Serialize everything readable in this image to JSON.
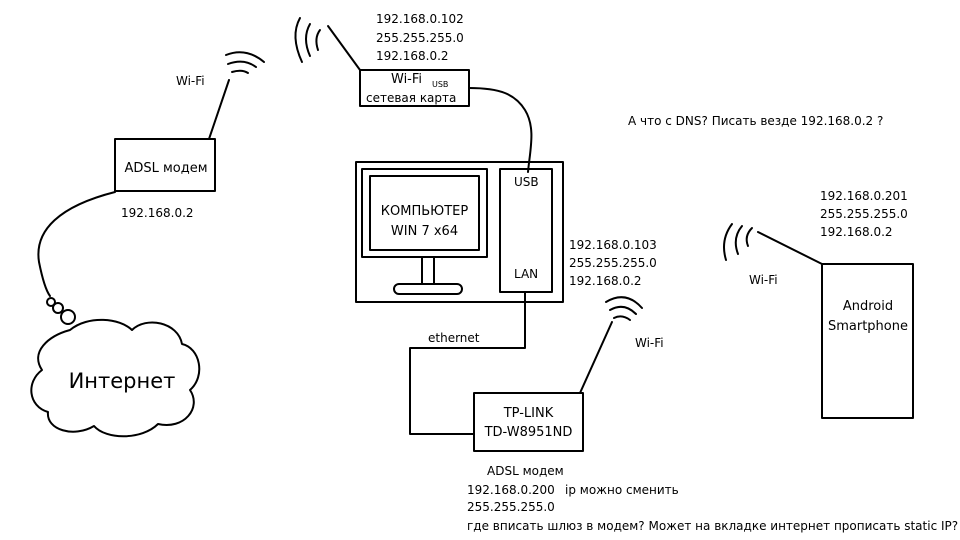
{
  "adsl_modem_left": {
    "name": "ADSL модем",
    "ip": "192.168.0.2",
    "wifi_label": "Wi-Fi"
  },
  "internet": {
    "label": "Интернет"
  },
  "usb_card": {
    "title": "Wi-Fi",
    "usb": "USB",
    "subtitle": "сетевая карта",
    "ip": "192.168.0.102",
    "mask": "255.255.255.0",
    "gateway": "192.168.0.2"
  },
  "computer": {
    "line1": "КОМПЬЮТЕР",
    "line2": "WIN 7 x64",
    "usb_port": "USB",
    "lan_port": "LAN",
    "ip": "192.168.0.103",
    "mask": "255.255.255.0",
    "gateway": "192.168.0.2"
  },
  "ethernet": {
    "label": "ethernet"
  },
  "router": {
    "line1": "TP-LINK",
    "line2": "TD-W8951ND",
    "wifi_label": "Wi-Fi",
    "caption": "ADSL модем",
    "ip": "192.168.0.200",
    "ip_note": "ip можно сменить",
    "mask": "255.255.255.0",
    "question": "где вписать шлюз в модем? Может на вкладке интернет прописать static IP?"
  },
  "smartphone": {
    "line1": "Android",
    "line2": "Smartphone",
    "wifi_label": "Wi-Fi",
    "ip": "192.168.0.201",
    "mask": "255.255.255.0",
    "gateway": "192.168.0.2"
  },
  "dns_question": "А что с DNS? Писать везде 192.168.0.2 ?"
}
